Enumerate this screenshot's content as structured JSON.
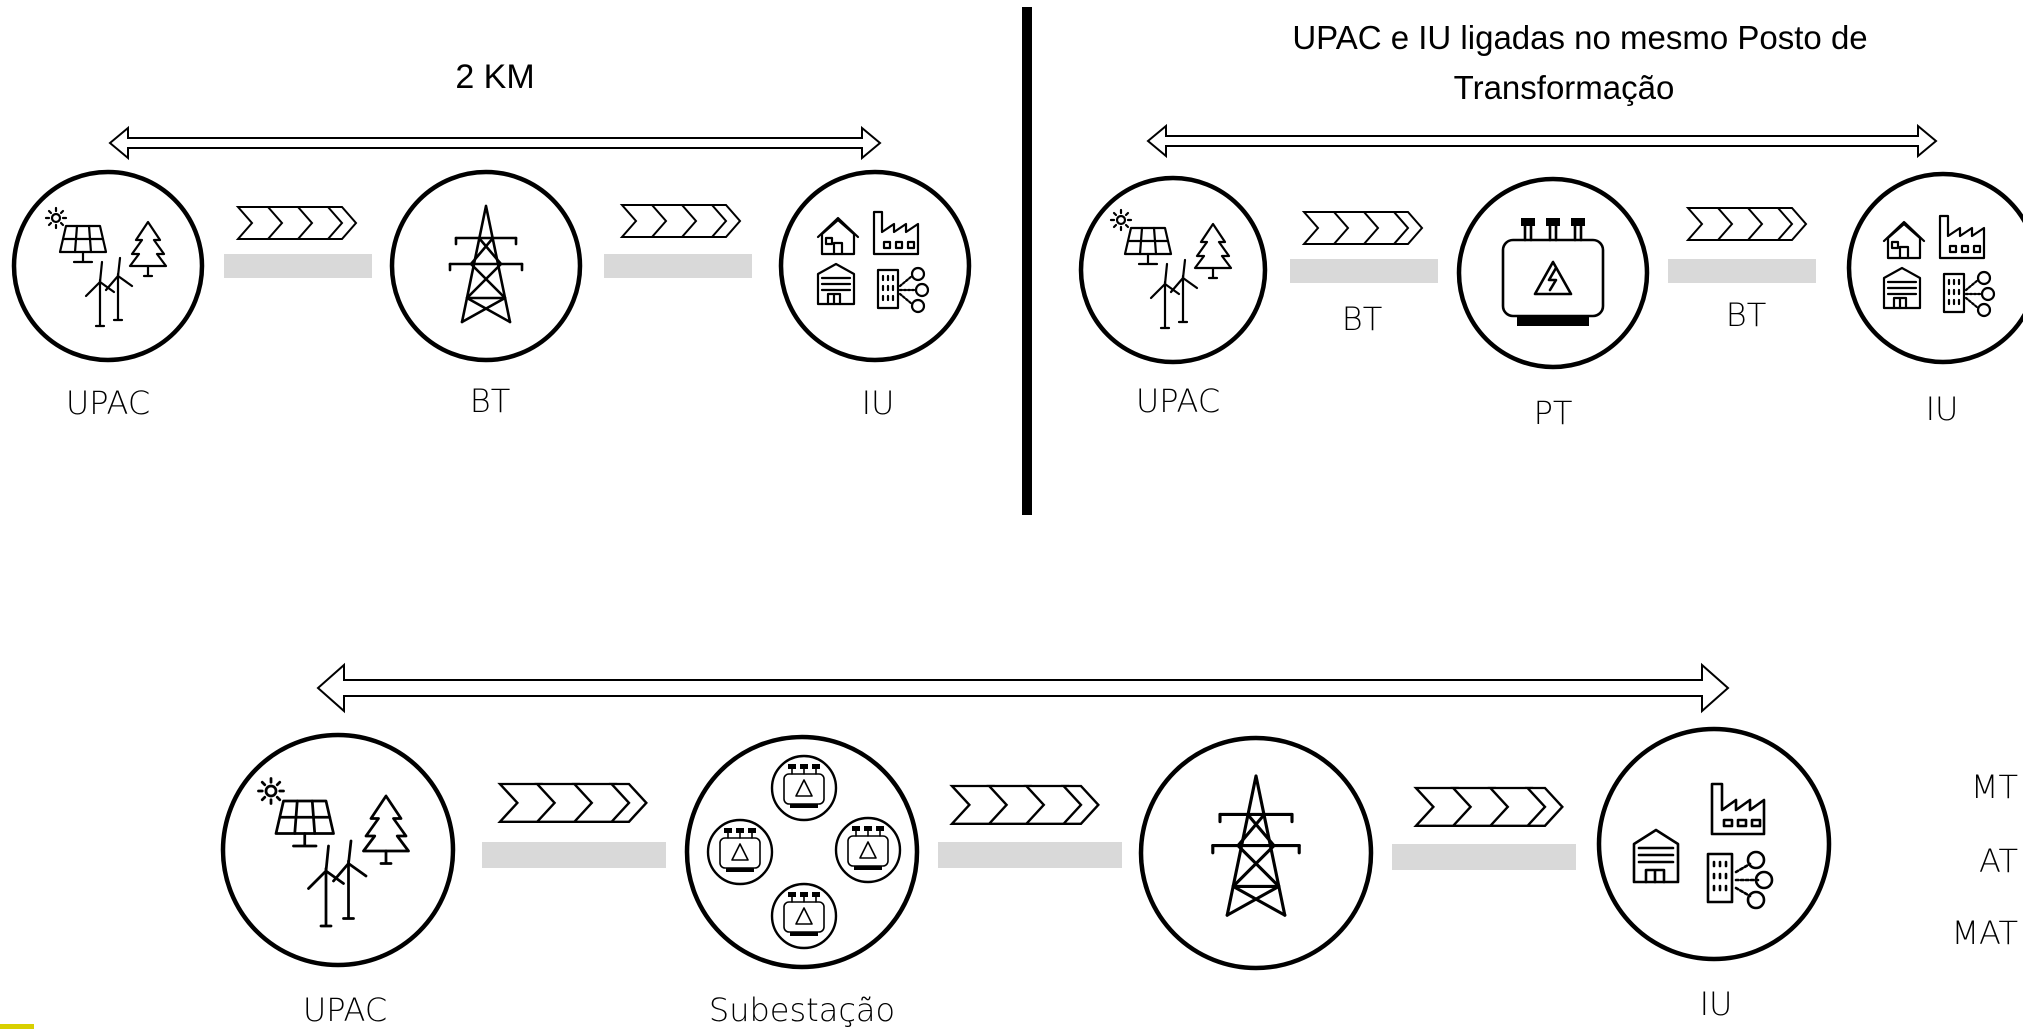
{
  "top_left": {
    "title": "2 KM",
    "nodes": [
      {
        "label": "UPAC",
        "icon": "renewables-icon"
      },
      {
        "label": "BT",
        "icon": "transmission-tower-icon"
      },
      {
        "label": "IU",
        "icon": "consumers-icon"
      }
    ]
  },
  "top_right": {
    "title_line1": "UPAC e IU ligadas no mesmo Posto de",
    "title_line2": "Transformação",
    "nodes": [
      {
        "label": "UPAC",
        "icon": "renewables-icon"
      },
      {
        "label": "PT",
        "icon": "transformer-icon"
      },
      {
        "label": "IU",
        "icon": "consumers-icon"
      }
    ],
    "link_labels": [
      "BT",
      "BT"
    ]
  },
  "bottom": {
    "nodes": [
      {
        "label": "UPAC",
        "icon": "renewables-icon"
      },
      {
        "label": "Subestação",
        "icon": "substation-icon"
      },
      {
        "label": "",
        "icon": "transmission-tower-icon"
      },
      {
        "label": "IU",
        "icon": "industry-consumers-icon"
      }
    ],
    "voltage_levels": [
      "MT",
      "AT",
      "MAT"
    ]
  },
  "colors": {
    "line": "#000000",
    "pipe": "#d9d9d9",
    "background": "#ffffff"
  }
}
